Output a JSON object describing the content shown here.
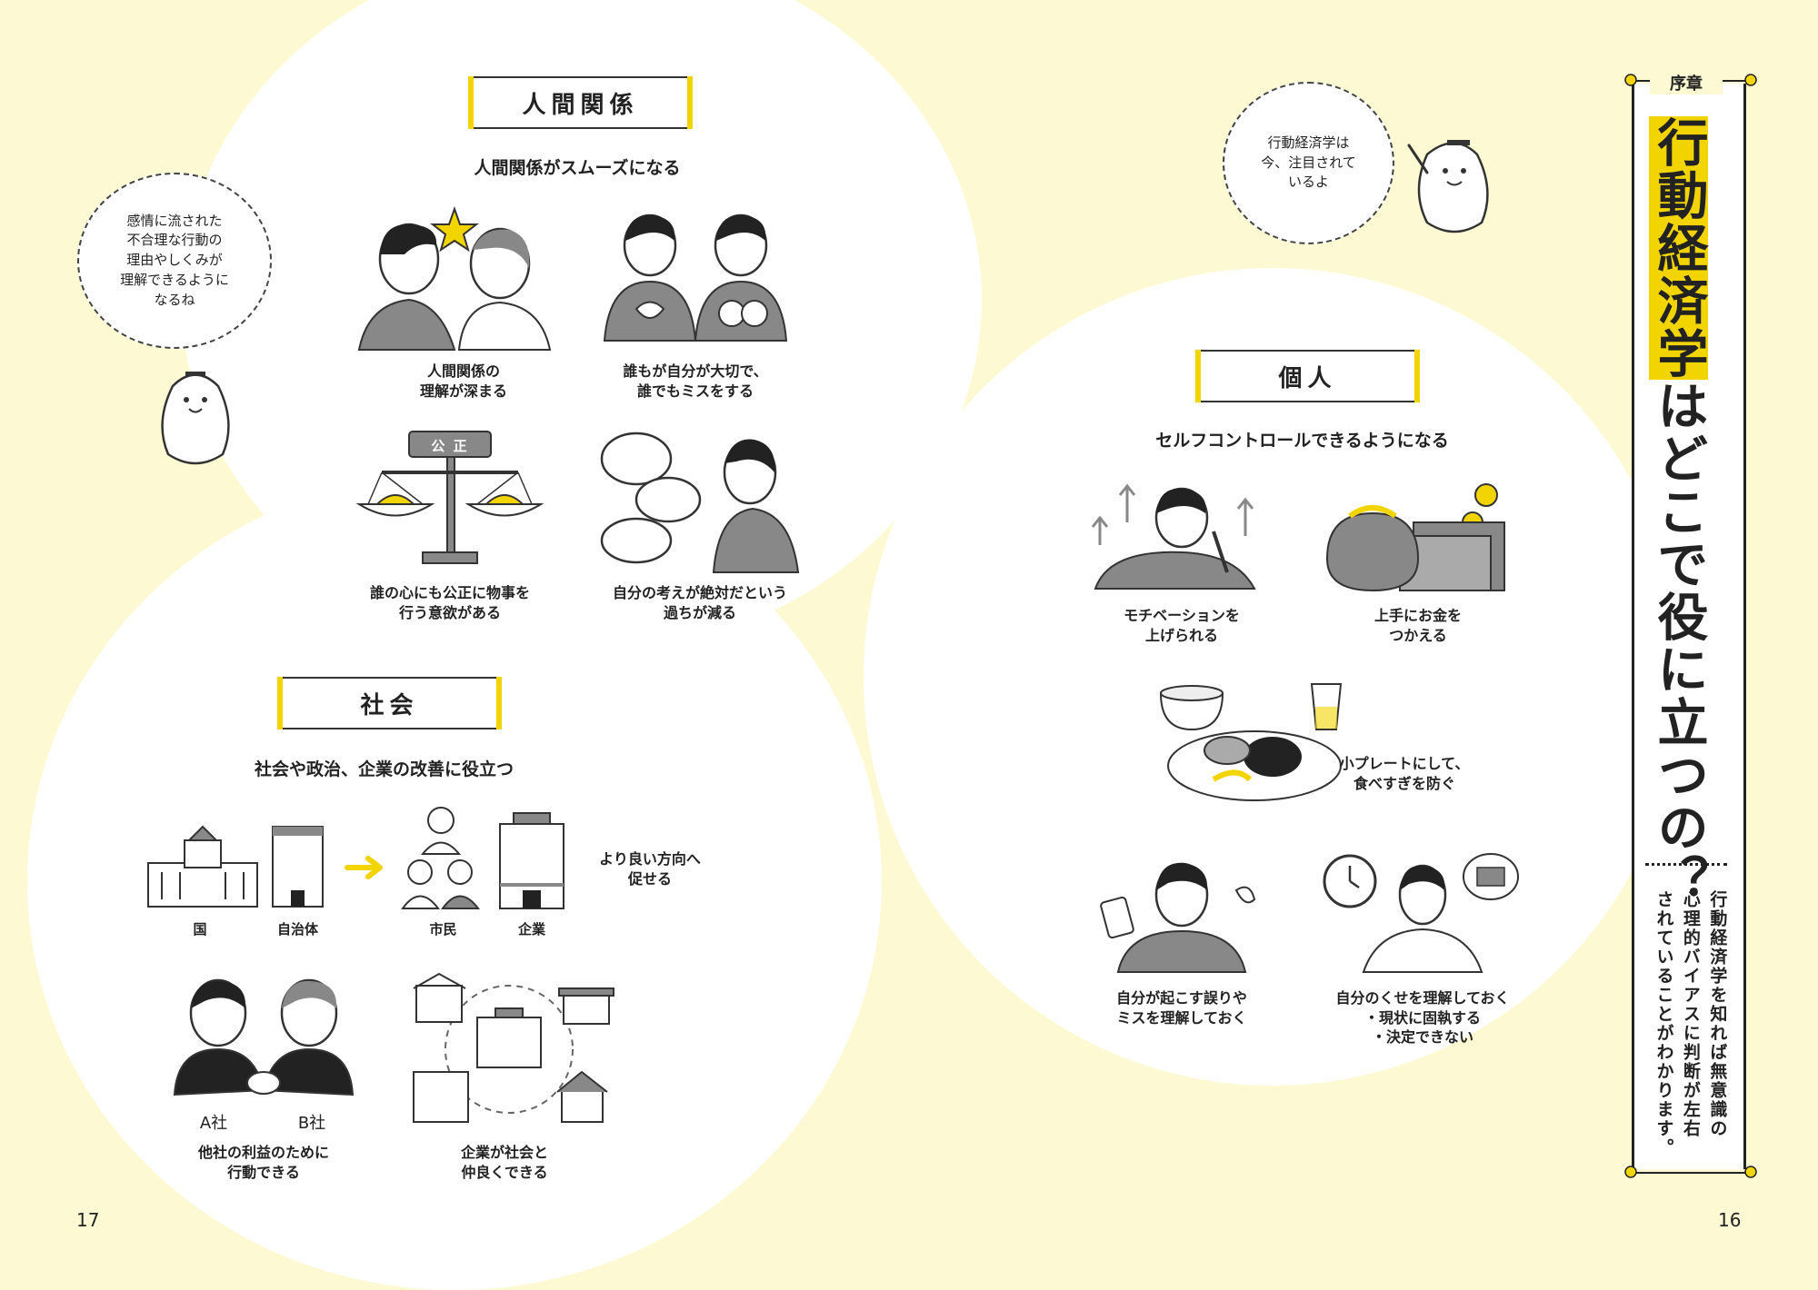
{
  "left_bubble": "感情に流された\n不合理な行動の\n理由やしくみが\n理解できるように\nなるね",
  "right_bubble": "行動経済学は\n今、注目されて\nいるよ",
  "human": {
    "title": "人間関係",
    "subtitle": "人間関係がスムーズになる",
    "items": [
      "人間関係の\n理解が深まる",
      "誰もが自分が大切で、\n誰でもミスをする",
      "誰の心にも公正に物事を\n行う意欲がある",
      "自分の考えが絶対だという\n過ちが減る"
    ],
    "scale_label": "公 正"
  },
  "society": {
    "title": "社会",
    "subtitle": "社会や政治、企業の改善に役立つ",
    "labels": [
      "国",
      "自治体",
      "市民",
      "企業"
    ],
    "better": "より良い方向へ\n促せる",
    "company_a": "A社",
    "company_b": "B社",
    "items": [
      "他社の利益のために\n行動できる",
      "企業が社会と\n仲良くできる"
    ]
  },
  "individual": {
    "title": "個人",
    "subtitle": "セルフコントロールできるようになる",
    "items": [
      "モチベーションを\n上げられる",
      "上手にお金を\nつかえる",
      "小プレートにして、\n食べすぎを防ぐ",
      "自分が起こす誤りや\nミスを理解しておく",
      "自分のくせを理解しておく\n・現状に固執する\n・決定できない"
    ]
  },
  "chapter": {
    "label": "序章",
    "title_highlight": "行動経済学",
    "title_rest": "はどこで役に立つの？",
    "body_line1": "行動経済学を知れば無意識の",
    "body_line2": "心理的バイアスに判断が左右",
    "body_line3": "されていることがわかります。"
  },
  "page_left": "17",
  "page_right": "16",
  "colors": {
    "background": "#fdf9d2",
    "accent": "#f2d400",
    "ink": "#222222"
  }
}
